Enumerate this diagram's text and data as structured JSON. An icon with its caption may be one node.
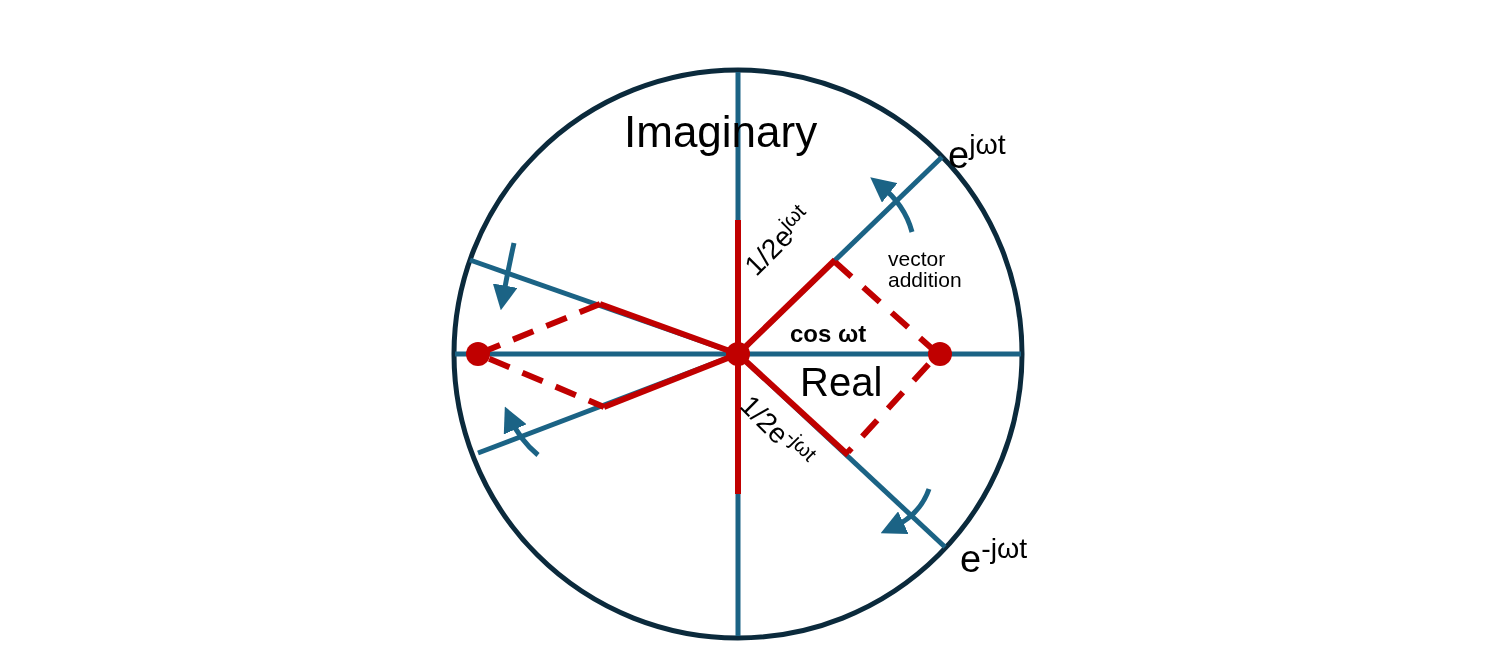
{
  "diagram": {
    "labels": [
      "Imaginary",
      "e$^{jωt}$",
      "1/2e$^{jωt}$",
      "vector addition",
      "cos ωt",
      "Real",
      "1/2e$^{-jωt}$",
      "e$^{-jωt}$"
    ]
  }
}
